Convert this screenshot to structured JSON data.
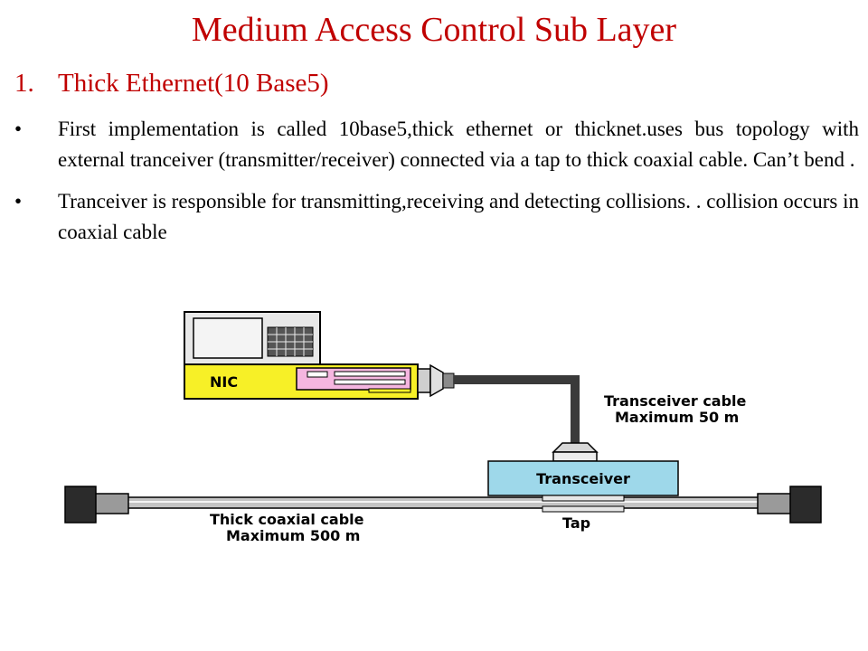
{
  "slide": {
    "title": "Medium Access Control Sub Layer",
    "section_number": "1.",
    "section_title": "Thick Ethernet(10 Base5)",
    "bullets": [
      "First implementation is called 10base5,thick ethernet or thicknet.uses bus topology with external tranceiver (transmitter/receiver) connected via a tap to thick coaxial cable. Can’t  bend .",
      "Tranceiver is responsible for transmitting,receiving and detecting collisions. . collision occurs in coaxial cable"
    ],
    "bullet_symbol": "•"
  },
  "diagram": {
    "nic_label": "NIC",
    "transceiver_cable_label_1": "Transceiver cable",
    "transceiver_cable_label_2": "Maximum 50 m",
    "transceiver_label": "Transceiver",
    "coax_label_1": "Thick coaxial cable",
    "coax_label_2": "Maximum 500 m",
    "tap_label": "Tap",
    "colors": {
      "nic_card": "#f7f027",
      "nic_chip": "#f5b6e0",
      "transceiver": "#9ed8ea",
      "cable": "#3a3a3a",
      "terminator": "#2b2b2b"
    }
  }
}
